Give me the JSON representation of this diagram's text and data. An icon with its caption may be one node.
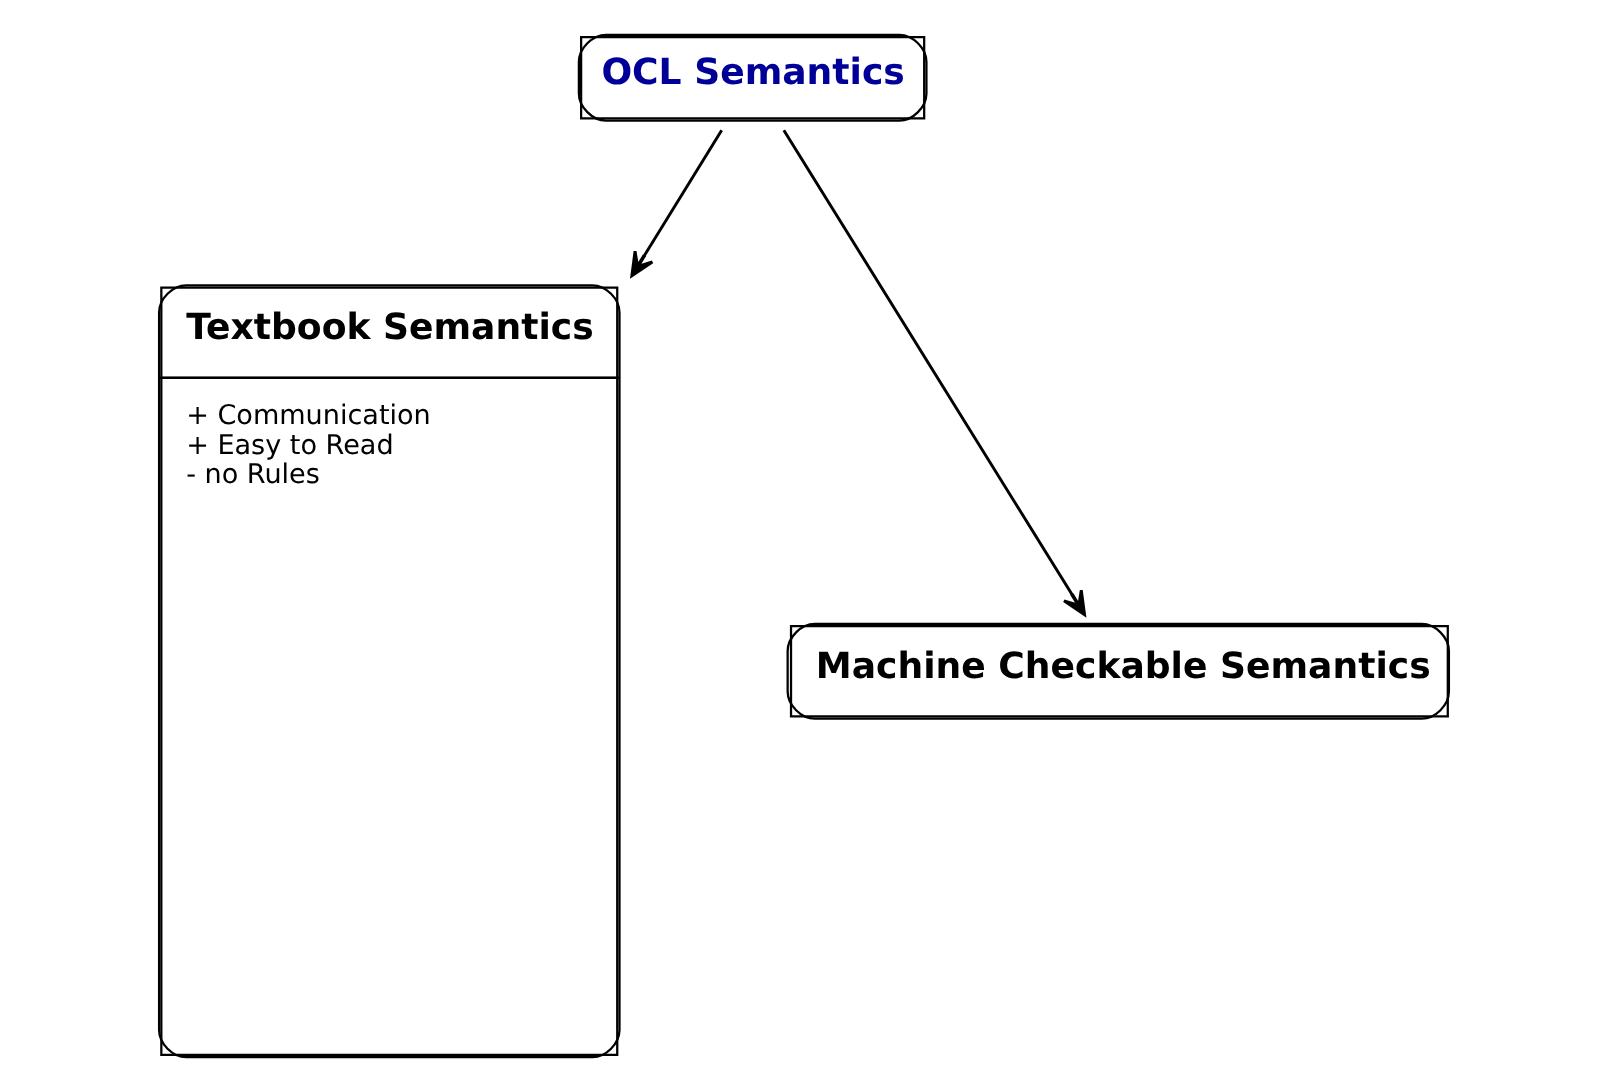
{
  "diagram": {
    "nodes": [
      {
        "text": [
          "OCL Semantics"
        ]
      },
      {
        "text": [
          "Textbook Semantics",
          "+ Communication",
          "+ Easy to Read",
          "- no Rules"
        ]
      },
      {
        "text": [
          "Machine Checkable Semantics"
        ]
      }
    ],
    "edges": [
      {
        "from": 0,
        "to": 1,
        "arrow": "to"
      },
      {
        "from": 0,
        "to": 2,
        "arrow": "to"
      }
    ]
  }
}
